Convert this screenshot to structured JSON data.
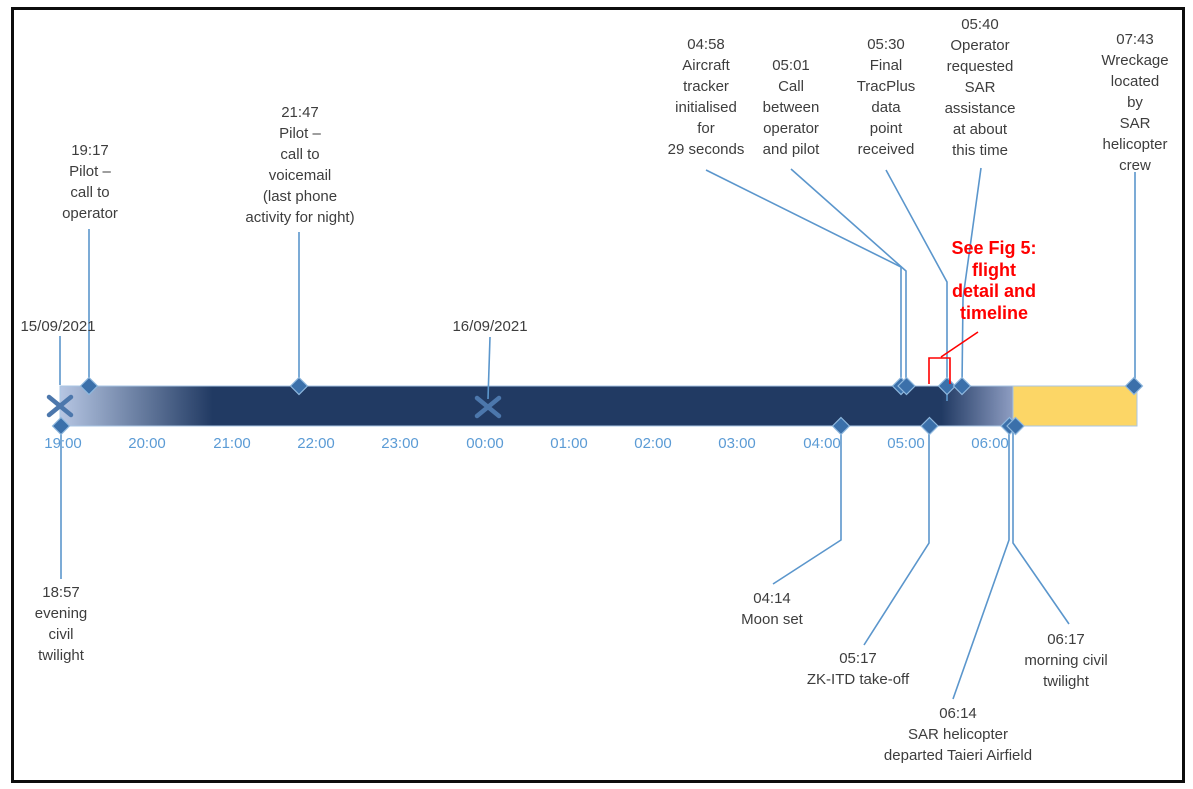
{
  "timeline": {
    "title_implied": "Timeline of events",
    "dates": [
      {
        "label": "15/09/2021"
      },
      {
        "label": "16/09/2021"
      }
    ],
    "axis_ticks": [
      "19:00",
      "20:00",
      "21:00",
      "22:00",
      "23:00",
      "00:00",
      "01:00",
      "02:00",
      "03:00",
      "04:00",
      "05:00",
      "06:00"
    ],
    "events_above": [
      {
        "time": "19:17",
        "text": "19:17\nPilot –\ncall to\noperator"
      },
      {
        "time": "21:47",
        "text": "21:47\nPilot –\ncall to\nvoicemail\n(last phone\nactivity for night)"
      },
      {
        "time": "04:58",
        "text": "04:58\nAircraft\ntracker\ninitialised\nfor\n29 seconds"
      },
      {
        "time": "05:01",
        "text": "05:01\nCall\nbetween\noperator\nand pilot"
      },
      {
        "time": "05:30",
        "text": "05:30\nFinal\nTracPlus\ndata\npoint\nreceived"
      },
      {
        "time": "05:40",
        "text": "05:40\nOperator\nrequested\nSAR\nassistance\nat about\nthis time"
      },
      {
        "time": "07:43",
        "text": "07:43\nWreckage\nlocated by\nSAR\nhelicopter\ncrew"
      }
    ],
    "events_below": [
      {
        "time": "18:57",
        "text": "18:57\nevening\ncivil\ntwilight"
      },
      {
        "time": "04:14",
        "text": "04:14\nMoon set"
      },
      {
        "time": "05:17",
        "text": "05:17\nZK-ITD take-off"
      },
      {
        "time": "06:14",
        "text": "06:14\nSAR helicopter\ndeparted Taieri Airfield"
      },
      {
        "time": "06:17",
        "text": "06:17\nmorning civil twilight"
      }
    ],
    "annotation": {
      "text": "See Fig 5:\nflight\ndetail and\ntimeline",
      "color": "#ff0000"
    },
    "colors": {
      "night_bar": "#213a63",
      "twilight_gradient_left": "#b6c6e3",
      "twilight_gradient_right": "#8e9dc2",
      "daylight_bar": "#fcd666",
      "marker_fill": "#3b70aa",
      "leader_line": "#5b96cc",
      "axis_label": "#5b9bd5"
    }
  }
}
